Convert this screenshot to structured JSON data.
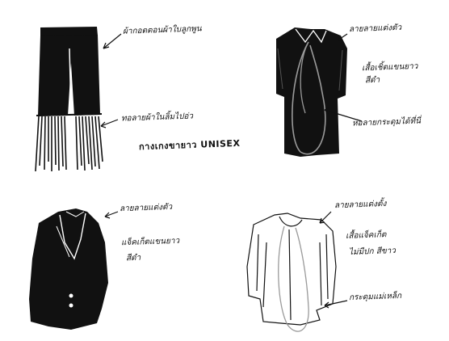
{
  "sketch": {
    "pants": {
      "label_top": "ผ้ากอตตอนผ้าใบลูกพูน",
      "label_bottom": "ทอลายผ้าในลิ้มไปอ่ว",
      "label_style": "กางเกงขายาว UNISEX"
    },
    "shirt_top": {
      "label_collar": "ลายลายแต่งตัว",
      "label_desc_1": "เสื้อเชิ้ตแขนยาว",
      "label_desc_2": "สีดำ",
      "label_tie": "ห่อลายกระดุมได้ที่นี่"
    },
    "jacket": {
      "label_collar": "ลายลายแต่งตัว",
      "label_desc_1": "แจ็คเก็ตแขนยาว",
      "label_desc_2": "สีดำ"
    },
    "shirt_white": {
      "label_collar": "ลายลายแต่งตั้ง",
      "label_desc_1": "เสื้อแจ็คเก็ต",
      "label_desc_2": "ไม่มีปก สีขาว",
      "label_buttons": "กระดุมแม่เหล็ก"
    }
  },
  "colors": {
    "ink": "#111111",
    "paper": "#ffffff",
    "gray_line": "#9a9a9a"
  }
}
